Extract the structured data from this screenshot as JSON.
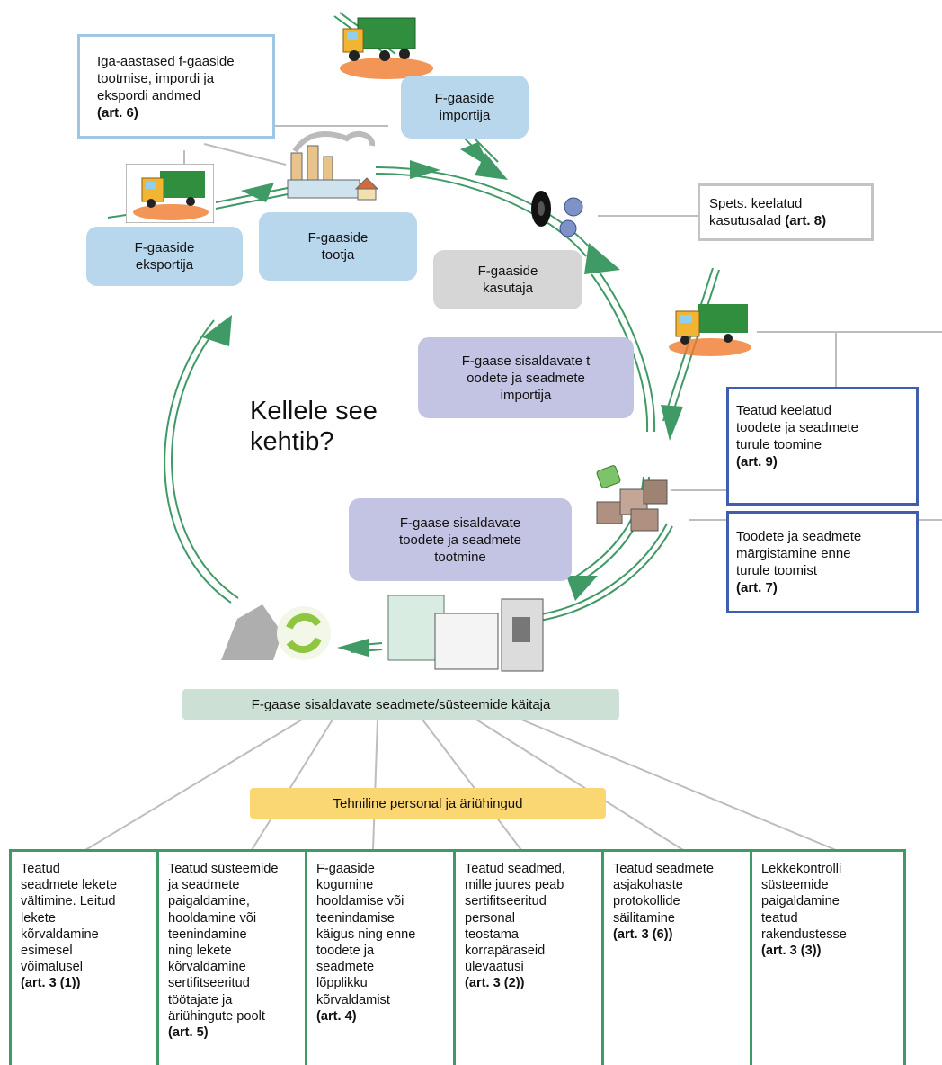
{
  "center_title": [
    "Kellele see",
    "kehtib?"
  ],
  "actors": {
    "importer": [
      "F-gaaside",
      "importija"
    ],
    "exporter": [
      "F-gaaside",
      "eksportija"
    ],
    "producer": [
      "F-gaaside",
      "tootja"
    ],
    "user": [
      "F-gaaside",
      "kasutaja"
    ],
    "product_importer": [
      "F-gaase sisaldavate t",
      "oodete ja seadmete",
      "importija"
    ],
    "product_manufacture": [
      "F-gaase sisaldavate",
      "toodete ja seadmete",
      "tootmine"
    ]
  },
  "operator": "F-gaase sisaldavate seadmete/süsteemide käitaja",
  "personnel": "Tehniline personal ja äriühingud",
  "notes": {
    "art6": {
      "text": [
        "Iga-aastased f-gaaside",
        "tootmise, impordi ja",
        "ekspordi andmed"
      ],
      "ref": "(art. 6)"
    },
    "art8": {
      "text": [
        "Spets. keelatud",
        "kasutusalad "
      ],
      "ref": "(art. 8)"
    },
    "art9": {
      "text": [
        "Teatud keelatud",
        "toodete ja seadmete",
        "turule toomine"
      ],
      "ref": "(art. 9)"
    },
    "art7": {
      "text": [
        "Toodete ja seadmete",
        "märgistamine enne",
        "turule toomist"
      ],
      "ref": "(art. 7)"
    }
  },
  "columns": [
    {
      "text": [
        "Teatud",
        "seadmete lekete",
        "vältimine. Leitud",
        "lekete",
        "kõrvaldamine",
        "esimesel",
        "võimalusel"
      ],
      "ref": "(art. 3 (1))"
    },
    {
      "text": [
        "Teatud süsteemide",
        "ja seadmete",
        "paigaldamine,",
        "hooldamine või",
        "teenindamine",
        "ning lekete",
        "kõrvaldamine",
        "sertifitseeritud",
        "töötajate ja",
        "äriühingute poolt"
      ],
      "ref": "(art. 5)"
    },
    {
      "text": [
        "F-gaaside",
        "kogumine",
        "hooldamise või",
        "teenindamise",
        "käigus ning enne",
        "toodete ja",
        "seadmete",
        "lõpplikku",
        "kõrvaldamist"
      ],
      "ref": "(art. 4)"
    },
    {
      "text": [
        "Teatud seadmed,",
        "mille juures peab",
        "sertifitseeritud",
        "personal",
        "teostama",
        "korrapäraseid",
        "ülevaatusi"
      ],
      "ref": "(art. 3 (2))"
    },
    {
      "text": [
        "Teatud seadmete",
        "asjakohaste",
        "protokollide",
        "säilitamine"
      ],
      "ref": "(art. 3 (6))"
    },
    {
      "text": [
        "Lekkekontrolli",
        "süsteemide",
        "paigaldamine",
        "teatud",
        "rakendustesse"
      ],
      "ref": "(art. 3 (3))"
    }
  ],
  "colors": {
    "arrow_green": "#3f9a66",
    "blue_box": "#b8d6ec",
    "purple_box": "#c3c3e3",
    "teal_box": "#cce0d6",
    "yellow_box": "#fbd774",
    "note_border_blue": "#3f5fae"
  }
}
